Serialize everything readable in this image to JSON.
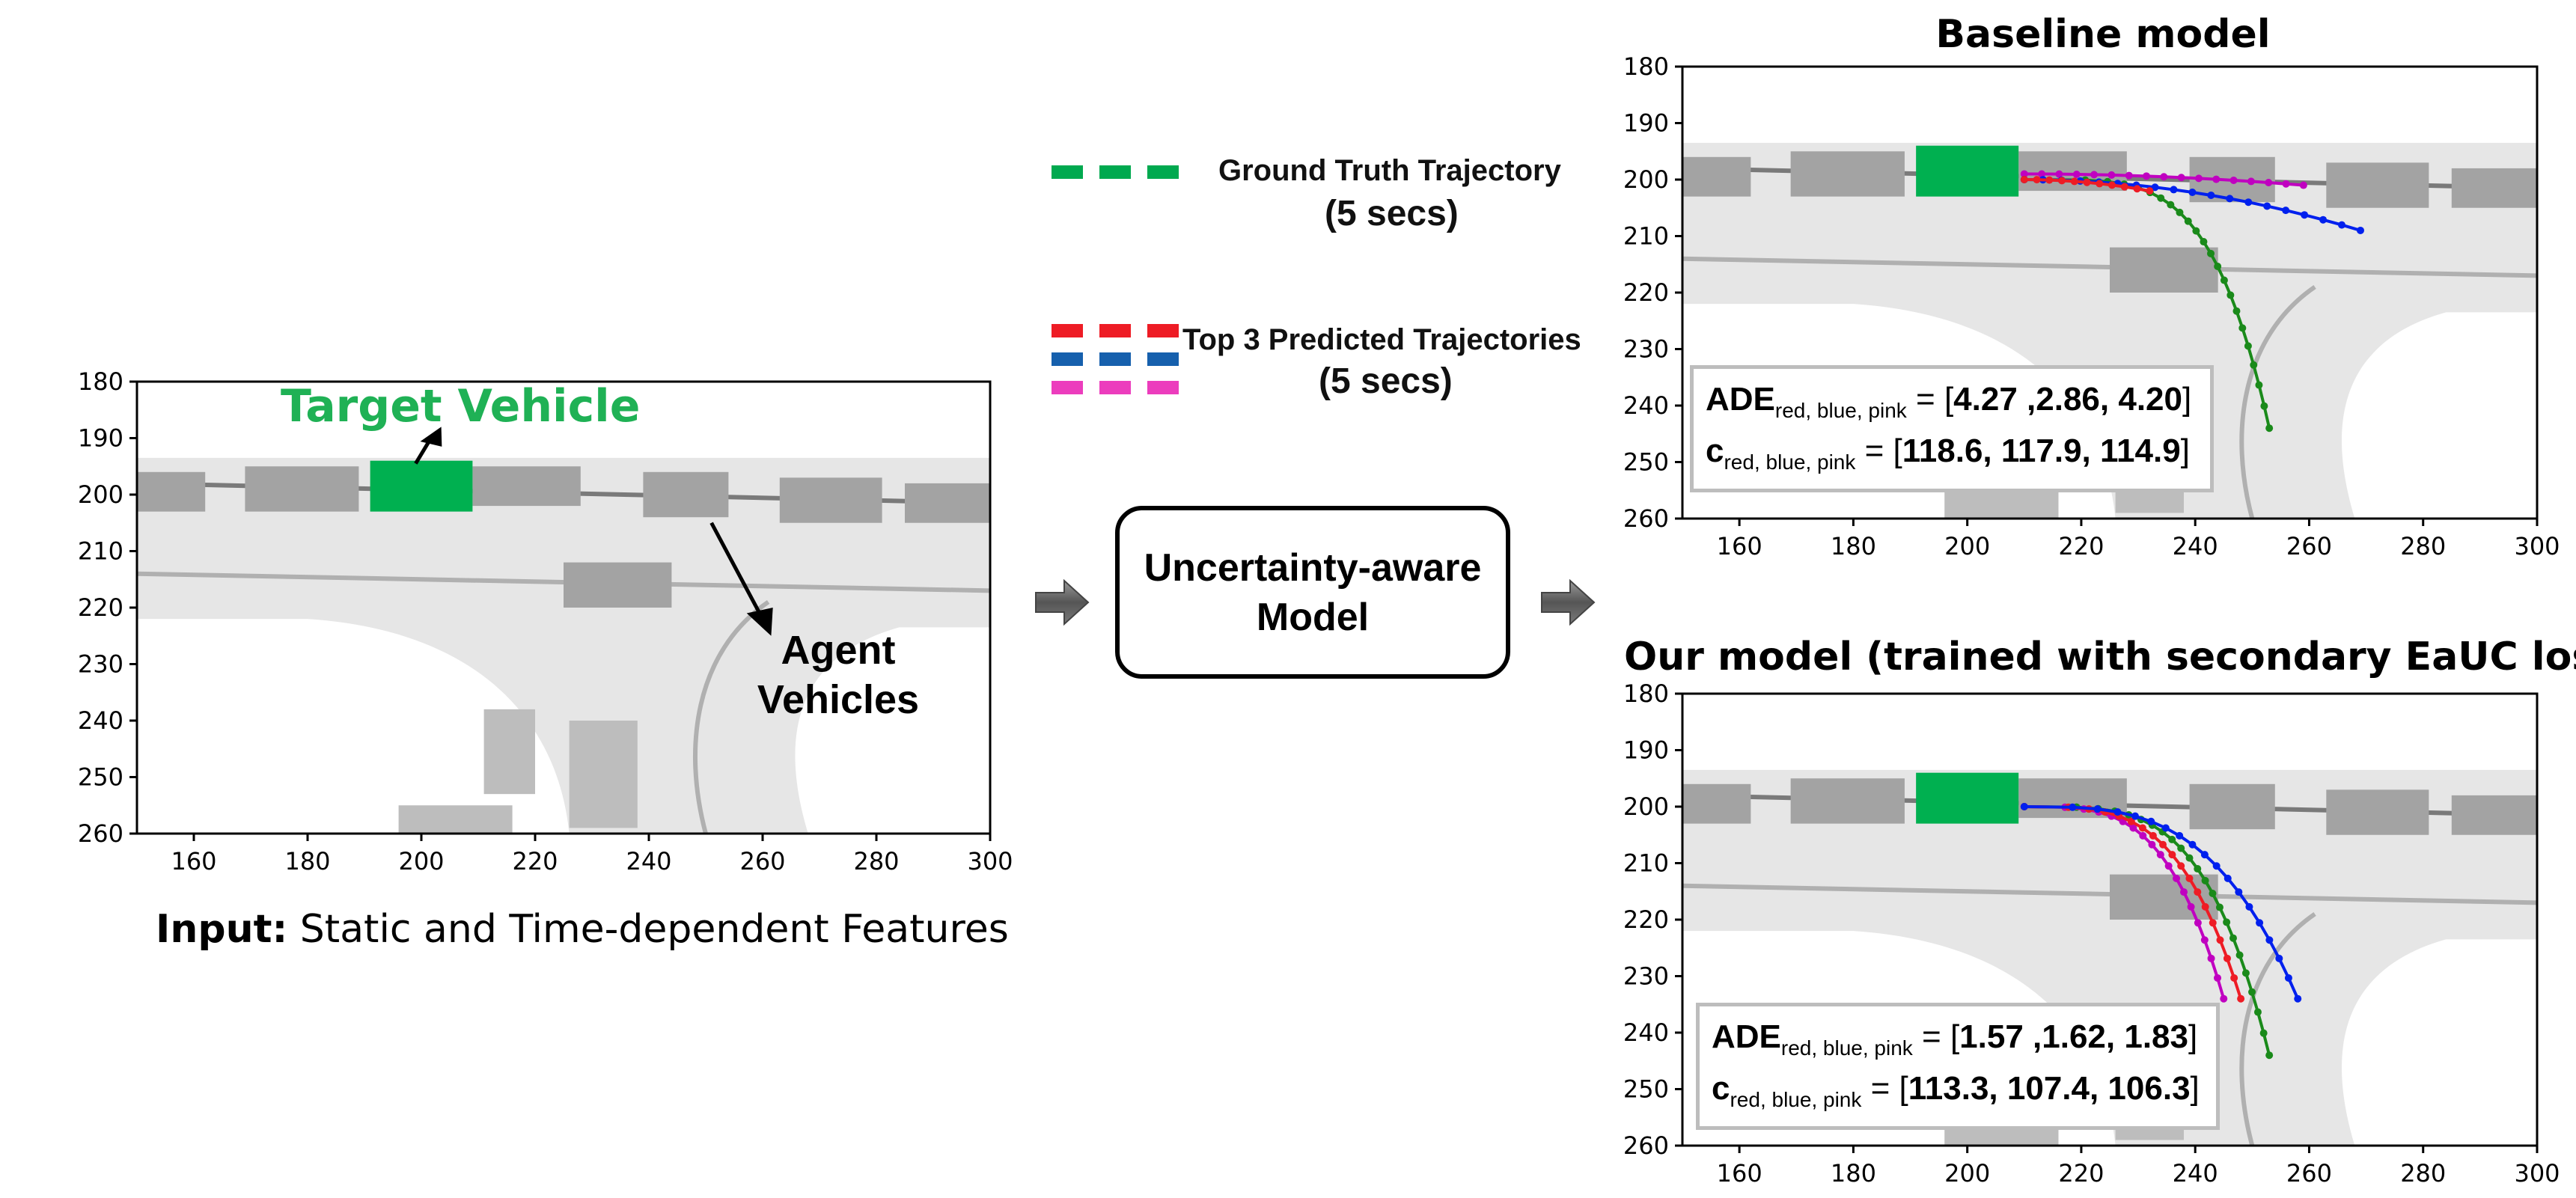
{
  "legend": {
    "ground_truth": "Ground Truth Trajectory",
    "ground_truth_duration": "(5 secs)",
    "predicted": "Top 3 Predicted Trajectories",
    "predicted_duration": "(5 secs)",
    "colors": {
      "green": "#00a94f",
      "red": "#ee1c25",
      "blue": "#1660ad",
      "pink": "#ec3dbd"
    }
  },
  "model_box": {
    "line1": "Uncertainty-aware",
    "line2": "Model"
  },
  "input_plot": {
    "target_label": "Target Vehicle",
    "agent_label_line1": "Agent",
    "agent_label_line2": "Vehicles",
    "caption_bold": "Input:",
    "caption_rest": " Static and Time-dependent Features"
  },
  "baseline": {
    "title": "Baseline model",
    "ade_label": "ADE",
    "ade_sub": "red, blue, pink",
    "ade_eq": " = [",
    "ade_values": "4.27 ,2.86, 4.20",
    "c_label": "c",
    "c_sub": "red, blue, pink",
    "c_eq": " = [",
    "c_values": "118.6, 117.9, 114.9",
    "close": "]"
  },
  "ours": {
    "title": "Our model (trained with secondary EaUC loss)",
    "ade_label": "ADE",
    "ade_sub": "red, blue, pink",
    "ade_eq": " = [",
    "ade_values": "1.57 ,1.62, 1.83",
    "c_label": "c",
    "c_sub": "red, blue, pink",
    "c_eq": " = [",
    "c_values": "113.3, 107.4, 106.3",
    "close": "]"
  },
  "axes": {
    "x_ticks": [
      "160",
      "180",
      "200",
      "220",
      "240",
      "260",
      "280",
      "300"
    ],
    "y_ticks": [
      "180",
      "190",
      "200",
      "210",
      "220",
      "230",
      "240",
      "250",
      "260"
    ],
    "xlim": [
      150,
      300
    ],
    "ylim": [
      180,
      260
    ]
  }
}
